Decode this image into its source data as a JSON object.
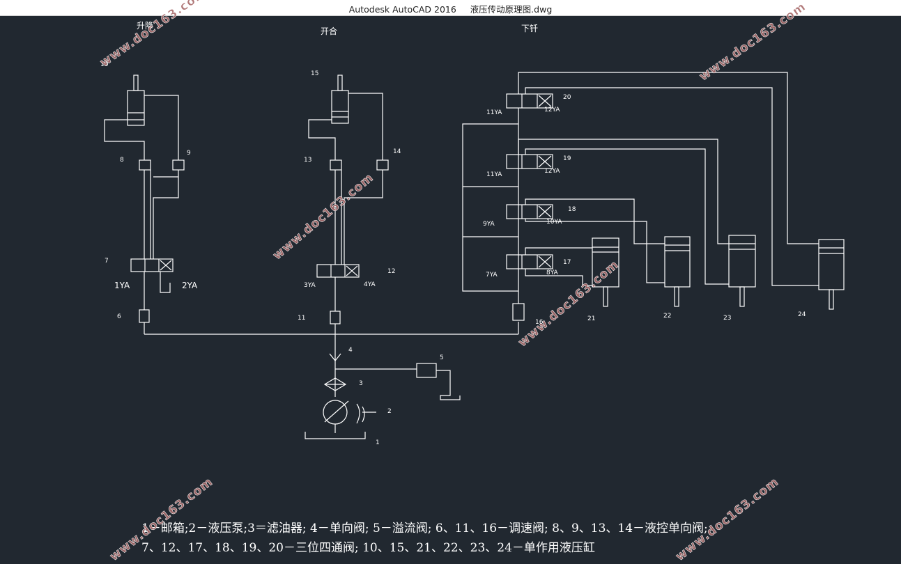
{
  "window": {
    "title": "Autodesk AutoCAD 2016     液压传动原理图.dwg"
  },
  "headings": {
    "lift": "升降",
    "open_close": "开合",
    "lower": "下钎"
  },
  "component_labels": {
    "c1": "1",
    "c2": "2",
    "c3": "3",
    "c4": "4",
    "c5": "5",
    "c6": "6",
    "c7": "7",
    "c8": "8",
    "c9": "9",
    "c10": "10",
    "c11": "11",
    "c12": "12",
    "c13": "13",
    "c14": "14",
    "c15": "15",
    "c16": "16",
    "c17": "17",
    "c18": "18",
    "c19": "19",
    "c20": "20",
    "c21": "21",
    "c22": "22",
    "c23": "23",
    "c24": "24"
  },
  "solenoid_labels": {
    "s1ya": "1YA",
    "s2ya": "2YA",
    "s3ya": "3YA",
    "s4ya": "4YA",
    "s7ya": "7YA",
    "s8ya": "8YA",
    "s9ya": "9YA",
    "s10ya": "10YA",
    "s11ya_a": "11YA",
    "s12ya_a": "12YA",
    "s11ya_b": "11YA",
    "s12ya_b": "12YA"
  },
  "legend": {
    "line1": "1－邮箱;2－液压泵;3＝滤油器; 4－单向阀; 5－溢流阀; 6、11、16－调速阀; 8、9、13、14－液控单向阀;",
    "line2": "7、12、17、18、19、20－三位四通阀; 10、15、21、22、23、24－单作用液压缸"
  },
  "watermark": {
    "text": "www.doc163.com"
  },
  "colors": {
    "background": "#212830",
    "lines": "#ffffff",
    "watermark": "#a86a6a",
    "titlebar": "#ffffff"
  }
}
